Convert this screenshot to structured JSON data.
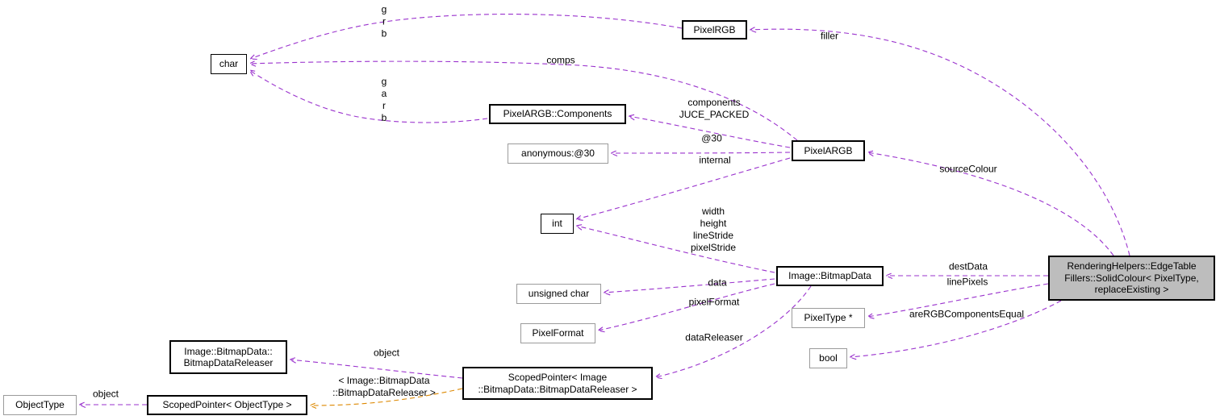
{
  "diagram_type": "doxygen-collaboration-graph",
  "colors": {
    "usage_edge": "#9a32cd",
    "template_edge": "#dd8800",
    "main_node_fill": "#bdbdbd",
    "node_border": "#000000",
    "undocumented_node_border": "#9b9b9b",
    "background": "#ffffff"
  },
  "nodes": {
    "char": {
      "label": "char"
    },
    "pixel_rgb": {
      "label": "PixelRGB"
    },
    "pixel_argb_components": {
      "label": "PixelARGB::Components"
    },
    "anonymous_30": {
      "label": "anonymous:@30"
    },
    "pixel_argb": {
      "label": "PixelARGB"
    },
    "int": {
      "label": "int"
    },
    "image_bitmapdata": {
      "label": "Image::BitmapData"
    },
    "unsigned_char": {
      "label": "unsigned char"
    },
    "pixel_format": {
      "label": "PixelFormat"
    },
    "pixel_type_ptr": {
      "label": "PixelType *"
    },
    "bool": {
      "label": "bool"
    },
    "bitmap_data_releaser": {
      "label": "Image::BitmapData::\nBitmapDataReleaser"
    },
    "scoped_pointer_releaser": {
      "label": "ScopedPointer< Image\n::BitmapData::BitmapDataReleaser >"
    },
    "object_type": {
      "label": "ObjectType"
    },
    "scoped_pointer_object_type": {
      "label": "ScopedPointer< ObjectType >"
    },
    "solid_colour": {
      "label": "RenderingHelpers::EdgeTable\nFillers::SolidColour< PixelType,\nreplaceExisting >"
    }
  },
  "edge_labels": {
    "pixelrgb_char": "g\nr\nb",
    "comps": "comps",
    "components_char": "g\na\nr\nb",
    "filler": "filler",
    "components": "components\nJUCE_PACKED",
    "at30": "@30",
    "internal": "internal",
    "source_colour": "sourceColour",
    "bitmap_dims": "width\nheight\nlineStride\npixelStride",
    "data": "data",
    "pixel_format": "pixelFormat",
    "dest_data": "destData",
    "line_pixels": "linePixels",
    "are_rgb_components_equal": "areRGBComponentsEqual",
    "data_releaser": "dataReleaser",
    "object_releaser": "object",
    "object_objecttype": "object",
    "template_instance": "< Image::BitmapData\n::BitmapDataReleaser >"
  }
}
